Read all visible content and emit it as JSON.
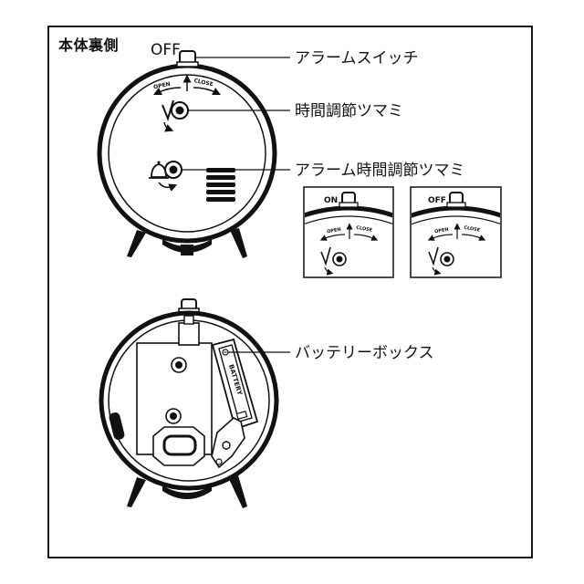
{
  "section_title": "本体裏側",
  "top_view": {
    "switch_state_label": "OFF",
    "open_label": "OPEN",
    "close_label": "CLOSE"
  },
  "callouts": {
    "alarm_switch": "アラームスイッチ",
    "time_knob": "時間調節ツマミ",
    "alarm_time_knob": "アラーム時間調節ツマミ",
    "battery_box": "バッテリーボックス"
  },
  "insets": [
    {
      "switch_label": "ON",
      "open_label": "OPEN",
      "close_label": "CLOSE"
    },
    {
      "switch_label": "OFF",
      "open_label": "OPEN",
      "close_label": "CLOSE"
    }
  ],
  "battery": {
    "label": "BATTERY"
  }
}
